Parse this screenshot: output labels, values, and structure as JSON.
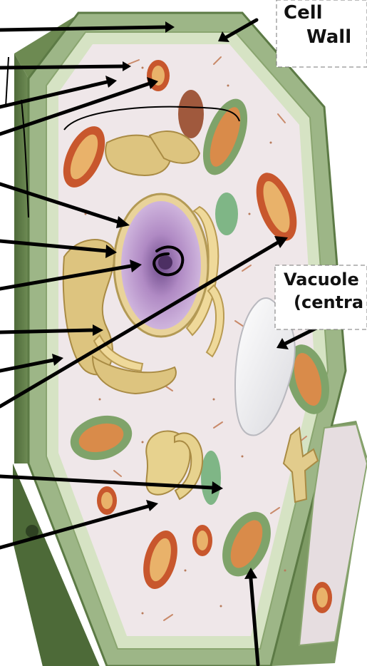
{
  "labels": {
    "cell_wall": [
      "Cell",
      "Wall"
    ],
    "vacuole": [
      "Vacuole",
      "(centra"
    ]
  },
  "colors": {
    "wall_outer": "#8fa77a",
    "wall_inner": "#c9d8b4",
    "cytoplasm": "#efe6e8",
    "nucleus": "#b48fc7",
    "nuclear_envelope": "#e9d39a",
    "er": "#e5d29a",
    "chloroplast_green": "#7fa36a",
    "mitochondria_red": "#c8572d",
    "vacuole": "#f2f2f4",
    "leader_line": "#000000"
  },
  "icons": {
    "nucleolus_mark": "hand-drawn-circle"
  }
}
